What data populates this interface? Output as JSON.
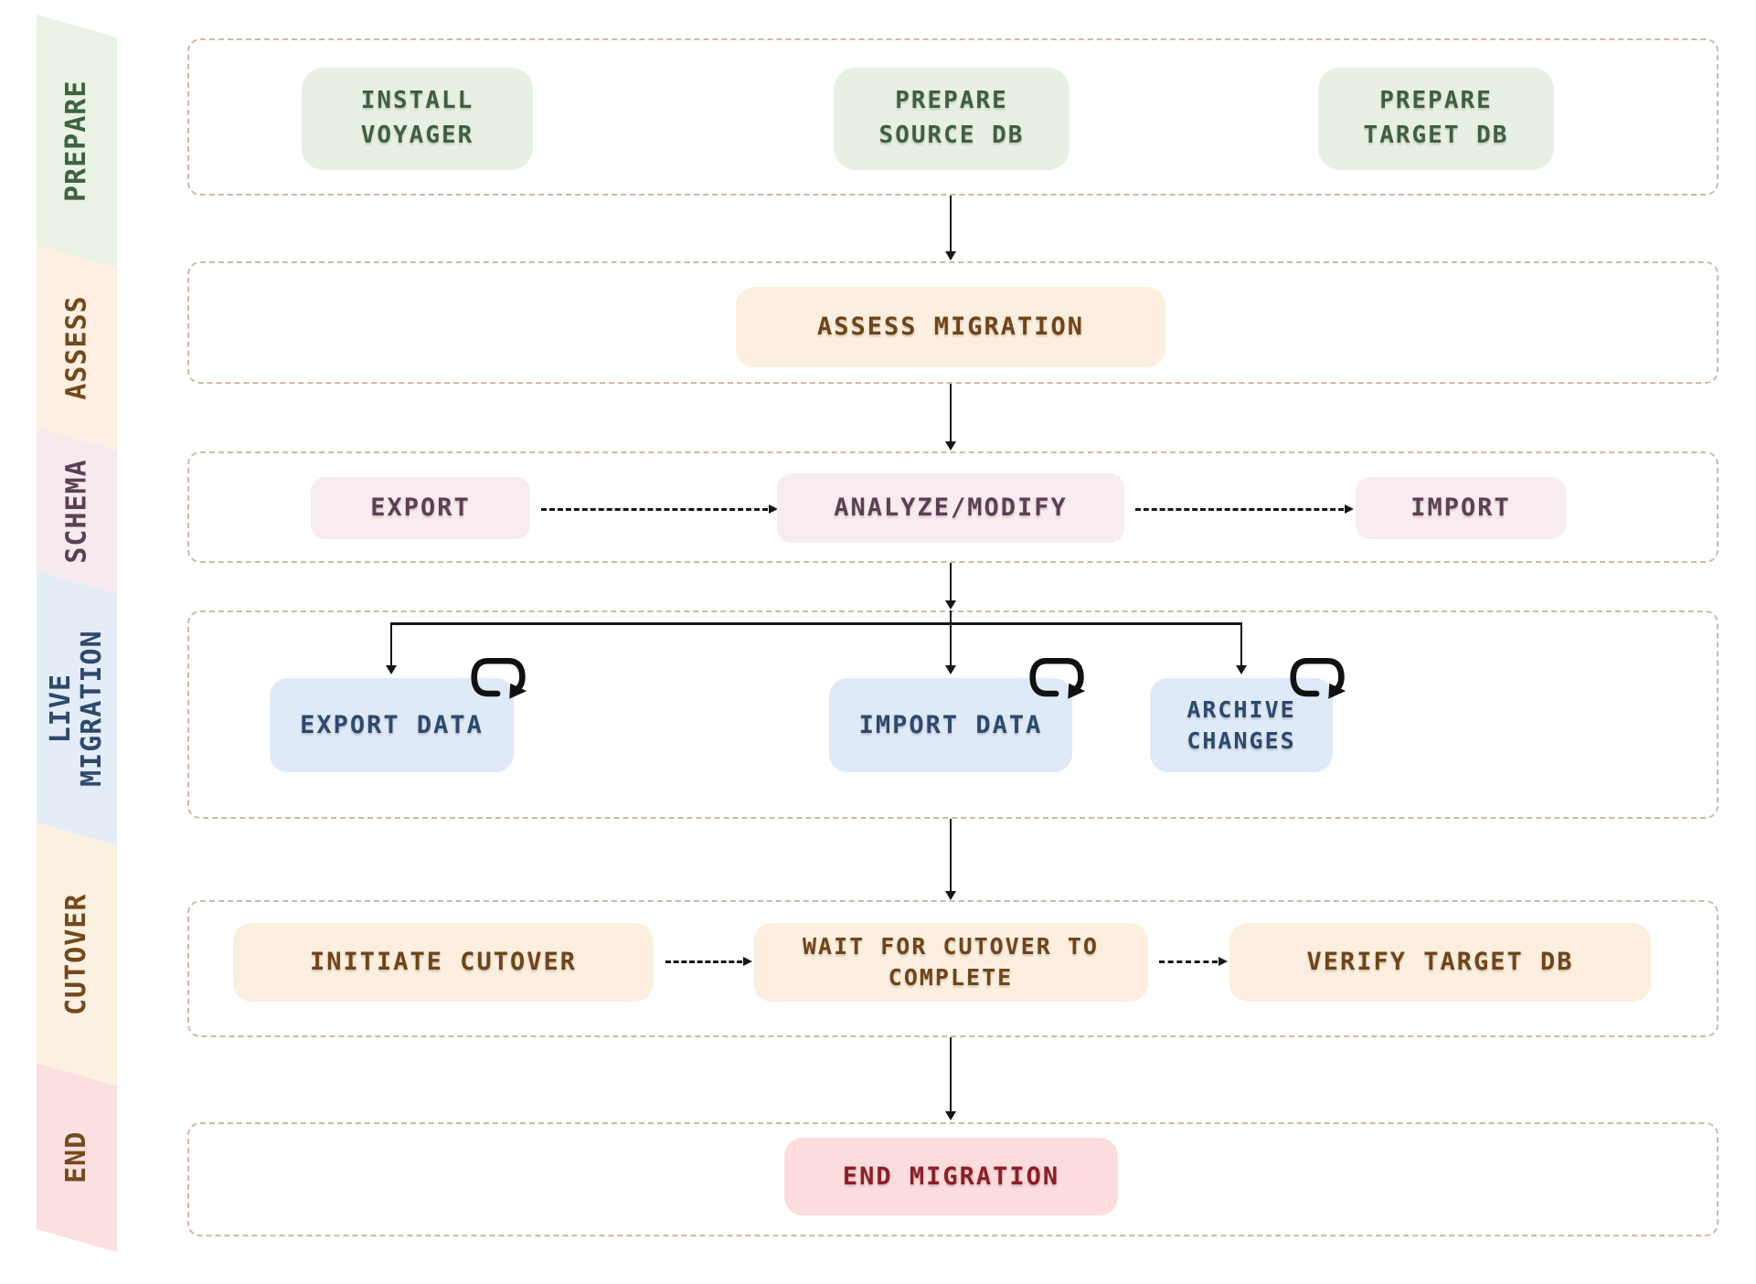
{
  "title": "Database migration workflow diagram",
  "sidebar": {
    "stages": [
      {
        "id": "prepare",
        "label": "PREPARE",
        "bg": "#e9f2e4",
        "color": "#3e6343"
      },
      {
        "id": "assess",
        "label": "ASSESS",
        "bg": "#fdf0e2",
        "color": "#74491c"
      },
      {
        "id": "schema",
        "label": "SCHEMA",
        "bg": "#f7eaee",
        "color": "#5d3f54"
      },
      {
        "id": "live-migration",
        "label": "LIVE\nMIGRATION",
        "bg": "#e4ecf8",
        "color": "#2d4a6e"
      },
      {
        "id": "cutover",
        "label": "CUTOVER",
        "bg": "#fbf1e1",
        "color": "#74491c"
      },
      {
        "id": "end",
        "label": "END",
        "bg": "#fcdfe1",
        "color": "#754a1e"
      }
    ]
  },
  "flow": {
    "prepare": {
      "boxes": [
        {
          "label": "INSTALL\nVOYAGER"
        },
        {
          "label": "PREPARE\nSOURCE DB"
        },
        {
          "label": "PREPARE\nTARGET DB"
        }
      ]
    },
    "assess": {
      "boxes": [
        {
          "label": "ASSESS MIGRATION"
        }
      ]
    },
    "schema": {
      "boxes": [
        {
          "label": "EXPORT"
        },
        {
          "label": "ANALYZE/MODIFY"
        },
        {
          "label": "IMPORT"
        }
      ]
    },
    "live_migration": {
      "loop_icon": "repeat-loop-arrow",
      "boxes": [
        {
          "label": "EXPORT DATA"
        },
        {
          "label": "IMPORT DATA"
        },
        {
          "label": "ARCHIVE\nCHANGES"
        }
      ]
    },
    "cutover": {
      "boxes": [
        {
          "label": "INITIATE CUTOVER"
        },
        {
          "label": "WAIT FOR CUTOVER TO\nCOMPLETE"
        },
        {
          "label": "VERIFY TARGET DB"
        }
      ]
    },
    "end": {
      "boxes": [
        {
          "label": "END MIGRATION"
        }
      ]
    }
  },
  "colors": {
    "box_green_bg": "#e7f0e3",
    "box_green_text": "#3e6041",
    "box_peach_bg": "#fcefdf",
    "box_peach_text": "#6f4519",
    "box_pink_bg": "#f8ecf0",
    "box_pink_text": "#5d3f54",
    "box_blue_bg": "#dfe9f8",
    "box_blue_text": "#2d4a6e",
    "box_red_bg": "#fcdcdd",
    "box_red_text": "#8c1e2a",
    "row_border": "#d3b7a6",
    "arrow": "#161616",
    "background": "#ffffff"
  }
}
